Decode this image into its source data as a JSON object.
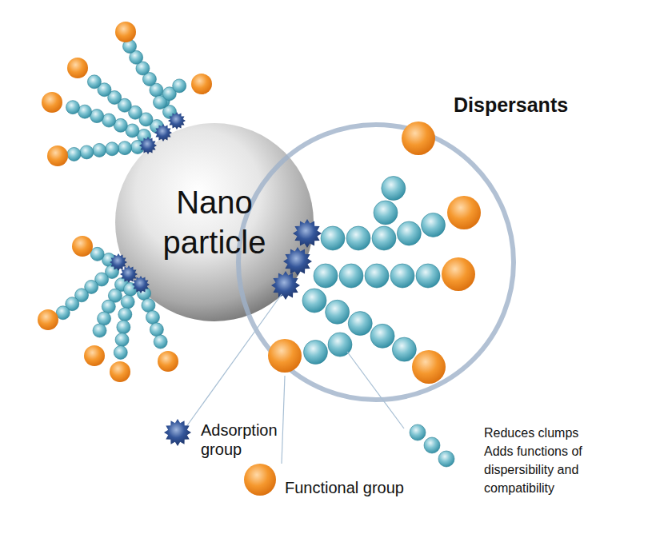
{
  "diagram": {
    "nodes": [
      {
        "text": [
          "Nano particle"
        ]
      },
      {
        "text": [
          "Dispersants"
        ]
      }
    ],
    "labels": [
      "Adsorption group",
      "Functional group",
      "Reduces clumps Adds functions of dispersibility and compatibility"
    ]
  }
}
